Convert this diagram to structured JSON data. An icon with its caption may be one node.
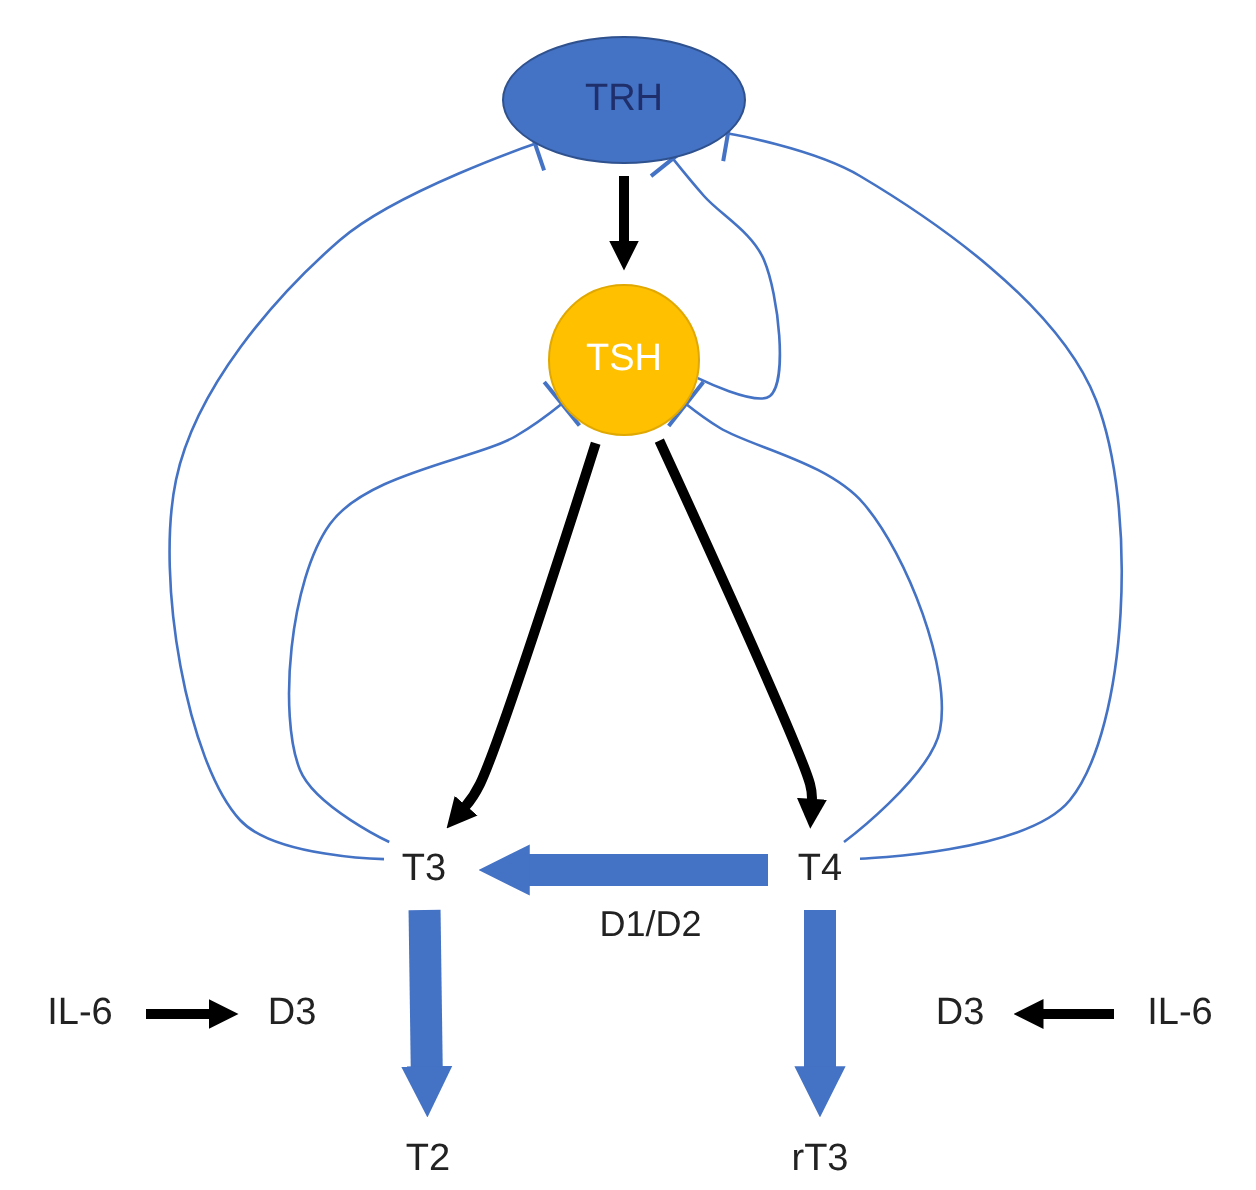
{
  "diagram": {
    "nodes": [
      {
        "text": [
          "TRH"
        ]
      },
      {
        "text": [
          "TSH"
        ]
      },
      {
        "text": [
          "T3"
        ]
      },
      {
        "text": [
          "T4"
        ]
      },
      {
        "text": [
          "T2"
        ]
      },
      {
        "text": [
          "rT3"
        ]
      },
      {
        "text": [
          "IL-6"
        ]
      },
      {
        "text": [
          "D3"
        ]
      },
      {
        "text": [
          "IL-6"
        ]
      },
      {
        "text": [
          "D3"
        ]
      }
    ],
    "edges": [
      {
        "from": 0,
        "to": 1,
        "arrow": "to",
        "color": "#000000"
      },
      {
        "from": 1,
        "to": 2,
        "arrow": "to",
        "color": "#000000"
      },
      {
        "from": 1,
        "to": 3,
        "arrow": "to",
        "color": "#000000"
      },
      {
        "from": 3,
        "to": 2,
        "arrow": "to",
        "label": "D1/D2",
        "style": "thick",
        "color": "#4472c4"
      },
      {
        "from": 2,
        "to": 4,
        "arrow": "to",
        "style": "thick",
        "color": "#4472c4"
      },
      {
        "from": 3,
        "to": 5,
        "arrow": "to",
        "style": "thick",
        "color": "#4472c4"
      },
      {
        "from": 6,
        "to": 7,
        "arrow": "to",
        "color": "#000000"
      },
      {
        "from": 8,
        "to": 9,
        "arrow": "to",
        "color": "#000000"
      },
      {
        "from": 2,
        "to": 0,
        "arrow": "other",
        "color": "#4472c4"
      },
      {
        "from": 3,
        "to": 0,
        "arrow": "other",
        "color": "#4472c4"
      },
      {
        "from": 1,
        "to": 0,
        "arrow": "other",
        "color": "#4472c4"
      },
      {
        "from": 2,
        "to": 1,
        "arrow": "other",
        "color": "#4472c4"
      },
      {
        "from": 3,
        "to": 1,
        "arrow": "other",
        "color": "#4472c4"
      }
    ]
  }
}
